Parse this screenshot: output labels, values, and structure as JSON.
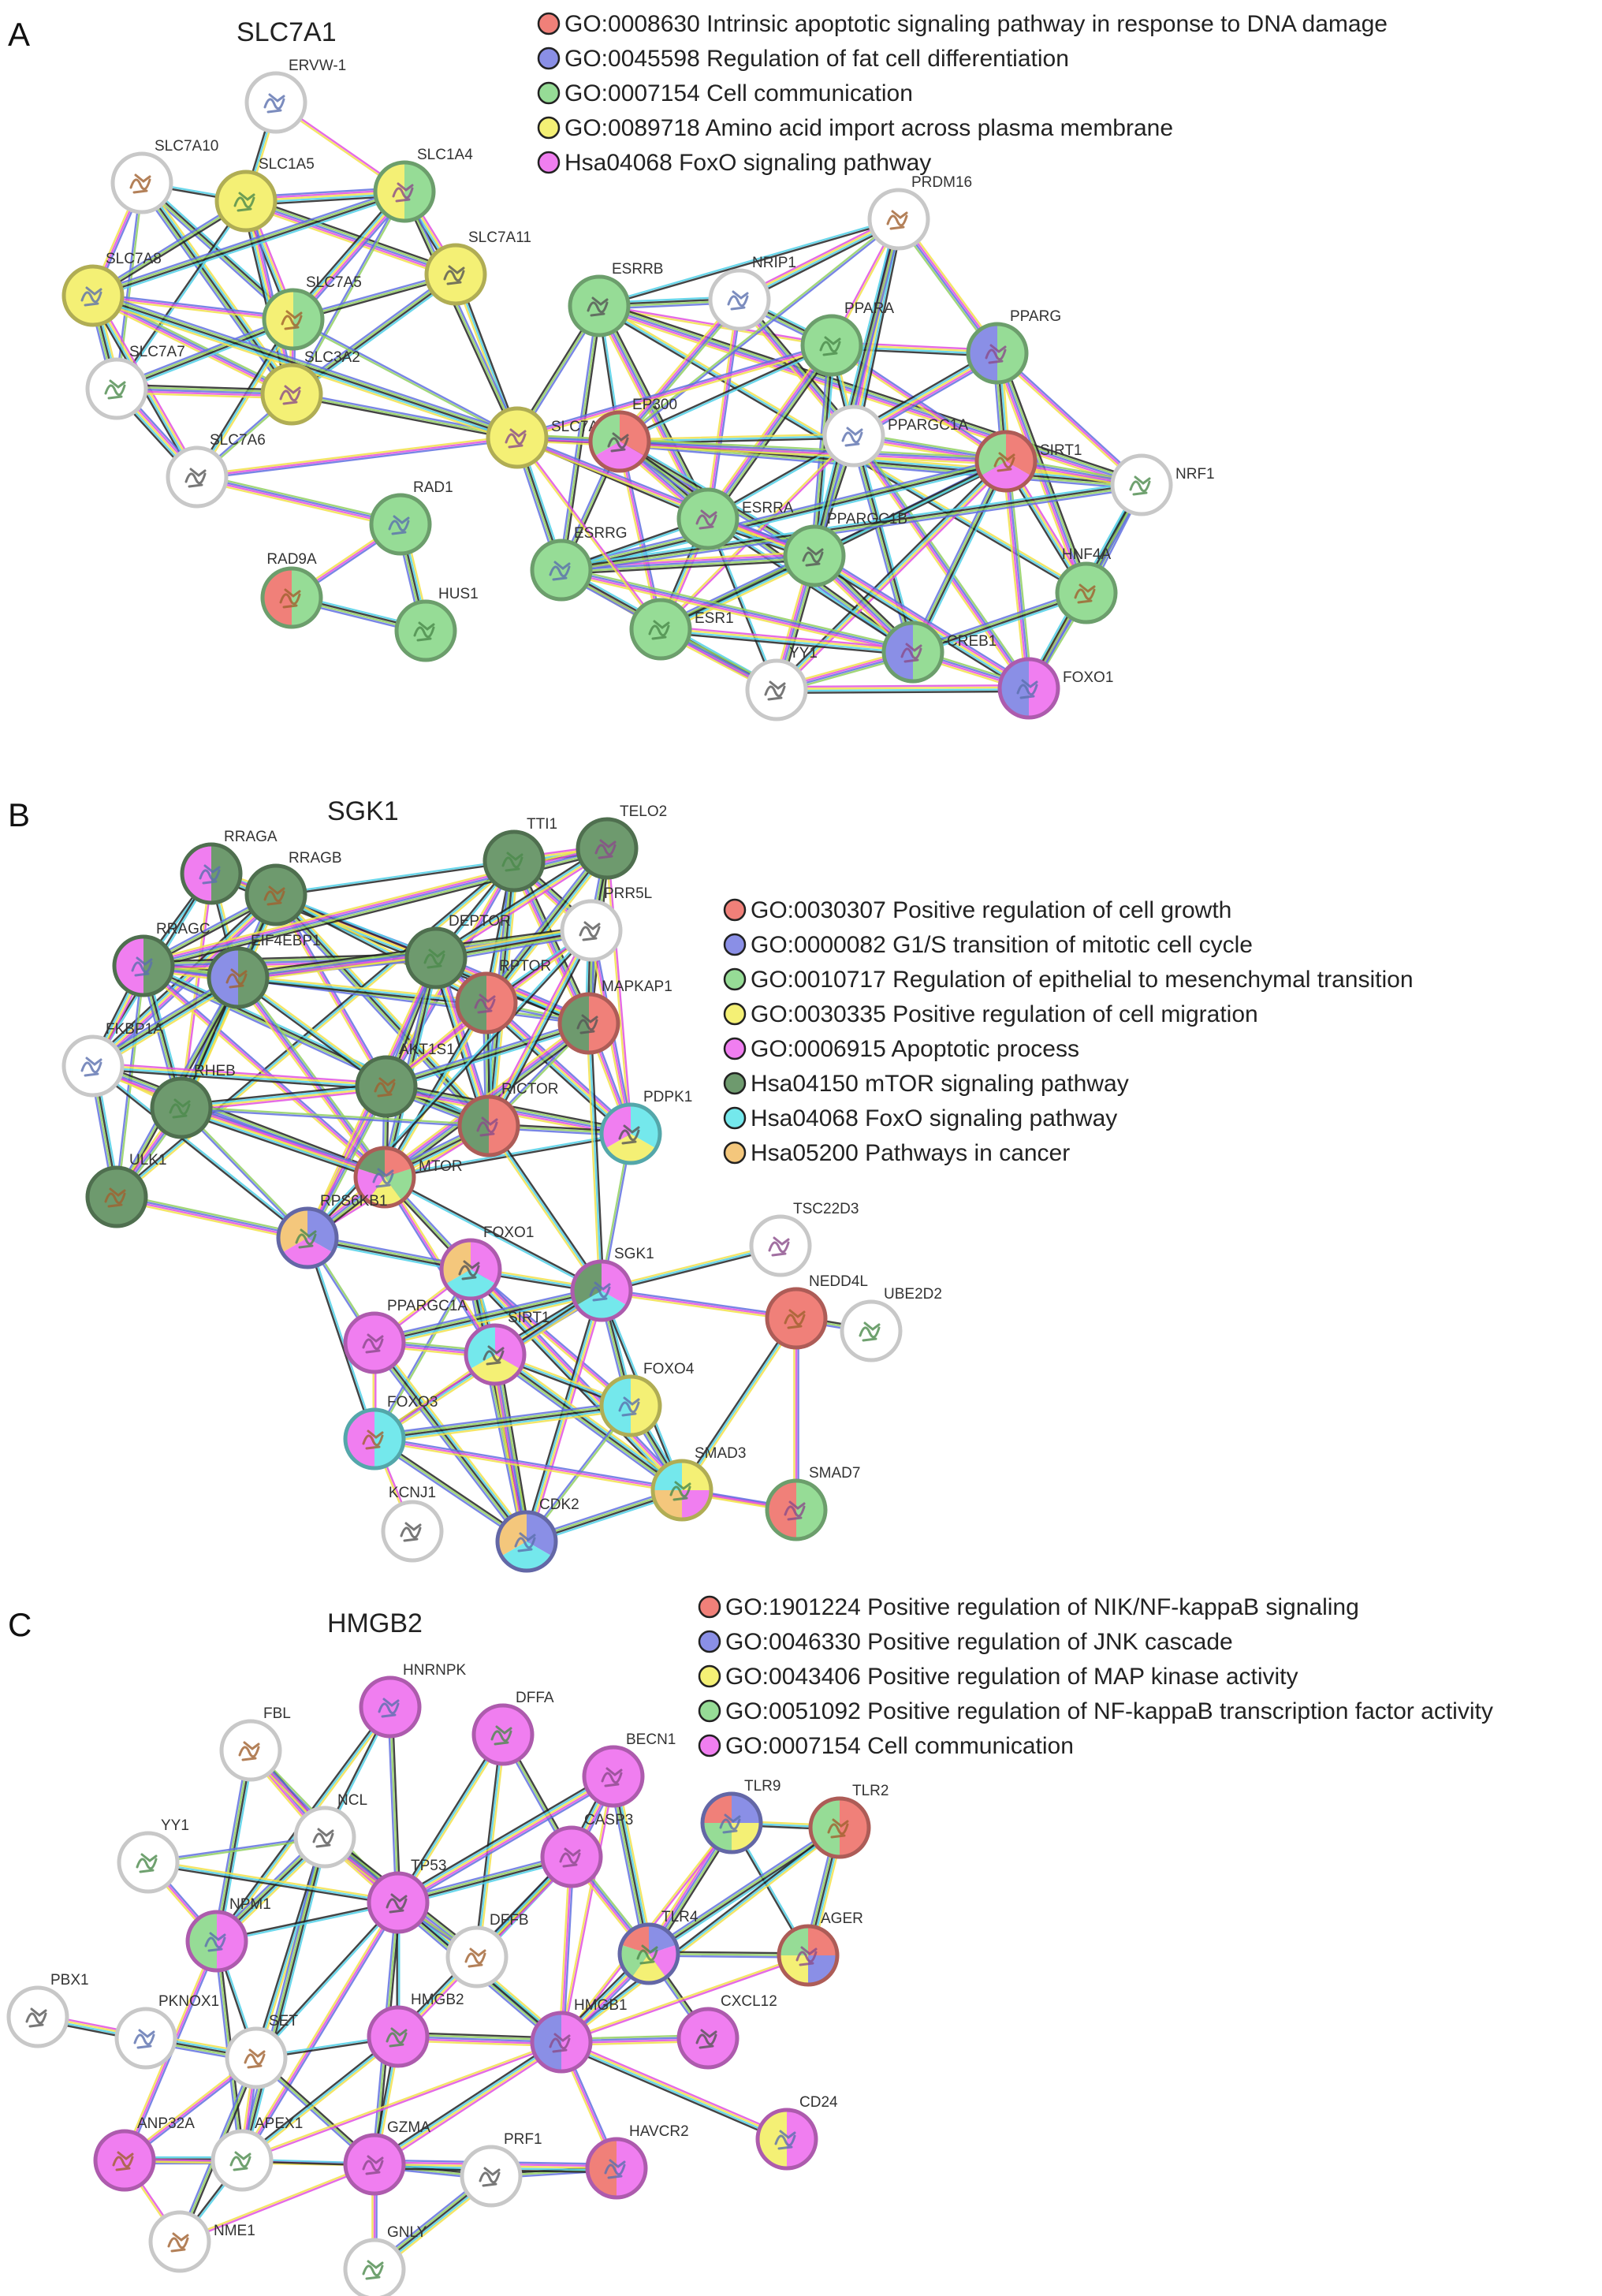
{
  "colors": {
    "red": "#f08079",
    "blue": "#8a8fe6",
    "green": "#96dc96",
    "yellow": "#f4f075",
    "magenta": "#f07ef0",
    "darkgreen": "#6e9a6e",
    "cyan": "#74e8ec",
    "orange": "#f4c77c",
    "white": "#ffffff",
    "edge_colors": [
      "#e050e0",
      "#f2e04a",
      "#50d0e8",
      "#222222",
      "#90d060",
      "#6070e0"
    ]
  },
  "panels": [
    {
      "letter": "A",
      "title": "SLC7A1",
      "legend": [
        {
          "color": "red",
          "text": "GO:0008630 Intrinsic apoptotic signaling pathway in response to DNA damage"
        },
        {
          "color": "blue",
          "text": "GO:0045598 Regulation of fat cell differentiation"
        },
        {
          "color": "green",
          "text": "GO:0007154 Cell communication"
        },
        {
          "color": "yellow",
          "text": "GO:0089718 Amino acid import across plasma membrane"
        },
        {
          "color": "magenta",
          "text": "Hsa04068 FoxO signaling pathway"
        }
      ],
      "nodes": [
        {
          "id": "ERVW-1",
          "label": "ERVW-1",
          "colors": [
            "white"
          ]
        },
        {
          "id": "SLC7A10",
          "label": "SLC7A10",
          "colors": [
            "white"
          ]
        },
        {
          "id": "SLC1A5",
          "label": "SLC1A5",
          "colors": [
            "yellow"
          ]
        },
        {
          "id": "SLC1A4",
          "label": "SLC1A4",
          "colors": [
            "green",
            "yellow"
          ]
        },
        {
          "id": "SLC7A11",
          "label": "SLC7A11",
          "colors": [
            "yellow"
          ]
        },
        {
          "id": "SLC7A8",
          "label": "SLC7A8",
          "colors": [
            "yellow"
          ]
        },
        {
          "id": "SLC7A5",
          "label": "SLC7A5",
          "colors": [
            "green",
            "yellow"
          ]
        },
        {
          "id": "SLC7A7",
          "label": "SLC7A7",
          "colors": [
            "white"
          ]
        },
        {
          "id": "SLC3A2",
          "label": "SLC3A2",
          "colors": [
            "yellow"
          ]
        },
        {
          "id": "SLC7A6",
          "label": "SLC7A6",
          "colors": [
            "white"
          ]
        },
        {
          "id": "RAD1",
          "label": "RAD1",
          "colors": [
            "green"
          ]
        },
        {
          "id": "RAD9A",
          "label": "RAD9A",
          "colors": [
            "green",
            "red"
          ]
        },
        {
          "id": "HUS1",
          "label": "HUS1",
          "colors": [
            "green"
          ]
        },
        {
          "id": "SLC7A1",
          "label": "SLC7A1",
          "colors": [
            "yellow"
          ]
        },
        {
          "id": "ESRRB",
          "label": "ESRRB",
          "colors": [
            "green"
          ]
        },
        {
          "id": "NRIP1",
          "label": "NRIP1",
          "colors": [
            "white"
          ]
        },
        {
          "id": "PRDM16",
          "label": "PRDM16",
          "colors": [
            "white"
          ]
        },
        {
          "id": "PPARA",
          "label": "PPARA",
          "colors": [
            "green"
          ]
        },
        {
          "id": "PPARG",
          "label": "PPARG",
          "colors": [
            "green",
            "blue"
          ]
        },
        {
          "id": "EP300",
          "label": "EP300",
          "colors": [
            "red",
            "magenta",
            "green"
          ]
        },
        {
          "id": "PPARGC1A",
          "label": "PPARGC1A",
          "colors": [
            "white"
          ]
        },
        {
          "id": "SIRT1",
          "label": "SIRT1",
          "colors": [
            "red",
            "magenta",
            "green"
          ]
        },
        {
          "id": "NRF1",
          "label": "NRF1",
          "colors": [
            "white"
          ]
        },
        {
          "id": "ESRRA",
          "label": "ESRRA",
          "colors": [
            "green"
          ]
        },
        {
          "id": "PPARGC1B",
          "label": "PPARGC1B",
          "colors": [
            "green"
          ]
        },
        {
          "id": "ESRRG",
          "label": "ESRRG",
          "colors": [
            "green"
          ]
        },
        {
          "id": "HNF4A",
          "label": "HNF4A",
          "colors": [
            "green"
          ]
        },
        {
          "id": "ESR1",
          "label": "ESR1",
          "colors": [
            "green"
          ]
        },
        {
          "id": "CREB1",
          "label": "CREB1",
          "colors": [
            "green",
            "blue"
          ]
        },
        {
          "id": "YY1",
          "label": "YY1",
          "colors": [
            "white"
          ]
        },
        {
          "id": "FOXO1",
          "label": "FOXO1",
          "colors": [
            "magenta",
            "blue"
          ]
        }
      ]
    },
    {
      "letter": "B",
      "title": "SGK1",
      "legend": [
        {
          "color": "red",
          "text": "GO:0030307 Positive regulation of cell growth"
        },
        {
          "color": "blue",
          "text": "GO:0000082 G1/S transition of mitotic cell cycle"
        },
        {
          "color": "green",
          "text": "GO:0010717 Regulation of epithelial to mesenchymal transition"
        },
        {
          "color": "yellow",
          "text": "GO:0030335 Positive regulation of cell migration"
        },
        {
          "color": "magenta",
          "text": "GO:0006915 Apoptotic process"
        },
        {
          "color": "darkgreen",
          "text": "Hsa04150 mTOR signaling pathway"
        },
        {
          "color": "cyan",
          "text": "Hsa04068 FoxO signaling pathway"
        },
        {
          "color": "orange",
          "text": "Hsa05200 Pathways in cancer"
        }
      ],
      "nodes": [
        {
          "id": "RRAGA",
          "label": "RRAGA",
          "colors": [
            "darkgreen",
            "magenta"
          ]
        },
        {
          "id": "RRAGB",
          "label": "RRAGB",
          "colors": [
            "darkgreen"
          ]
        },
        {
          "id": "TTI1",
          "label": "TTI1",
          "colors": [
            "darkgreen"
          ]
        },
        {
          "id": "TELO2",
          "label": "TELO2",
          "colors": [
            "darkgreen"
          ]
        },
        {
          "id": "PRR5L",
          "label": "PRR5L",
          "colors": [
            "white"
          ]
        },
        {
          "id": "RRAGC",
          "label": "RRAGC",
          "colors": [
            "darkgreen",
            "magenta"
          ]
        },
        {
          "id": "EIF4EBP1",
          "label": "EIF4EBP1",
          "colors": [
            "darkgreen",
            "blue"
          ]
        },
        {
          "id": "DEPTOR",
          "label": "DEPTOR",
          "colors": [
            "darkgreen"
          ]
        },
        {
          "id": "RPTOR",
          "label": "RPTOR",
          "colors": [
            "red",
            "darkgreen"
          ]
        },
        {
          "id": "MAPKAP1",
          "label": "MAPKAP1",
          "colors": [
            "red",
            "darkgreen"
          ]
        },
        {
          "id": "FKBP1A",
          "label": "FKBP1A",
          "colors": [
            "white"
          ]
        },
        {
          "id": "AKT1S1",
          "label": "AKT1S1",
          "colors": [
            "darkgreen"
          ]
        },
        {
          "id": "RHEB",
          "label": "RHEB",
          "colors": [
            "darkgreen"
          ]
        },
        {
          "id": "RICTOR",
          "label": "RICTOR",
          "colors": [
            "red",
            "darkgreen"
          ]
        },
        {
          "id": "PDPK1",
          "label": "PDPK1",
          "colors": [
            "cyan",
            "yellow",
            "magenta"
          ]
        },
        {
          "id": "MTOR",
          "label": "MTOR",
          "colors": [
            "red",
            "green",
            "yellow",
            "magenta",
            "darkgreen"
          ]
        },
        {
          "id": "ULK1",
          "label": "ULK1",
          "colors": [
            "darkgreen"
          ]
        },
        {
          "id": "RPS6KB1",
          "label": "RPS6KB1",
          "colors": [
            "blue",
            "magenta",
            "orange"
          ]
        },
        {
          "id": "TSC22D3",
          "label": "TSC22D3",
          "colors": [
            "white"
          ]
        },
        {
          "id": "FOXO1",
          "label": "FOXO1",
          "colors": [
            "magenta",
            "cyan",
            "orange"
          ]
        },
        {
          "id": "SGK1",
          "label": "SGK1",
          "colors": [
            "magenta",
            "cyan",
            "darkgreen"
          ]
        },
        {
          "id": "NEDD4L",
          "label": "NEDD4L",
          "colors": [
            "red"
          ]
        },
        {
          "id": "UBE2D2",
          "label": "UBE2D2",
          "colors": [
            "white"
          ]
        },
        {
          "id": "PPARGC1A",
          "label": "PPARGC1A",
          "colors": [
            "magenta"
          ]
        },
        {
          "id": "SIRT1",
          "label": "SIRT1",
          "colors": [
            "magenta",
            "yellow",
            "cyan"
          ]
        },
        {
          "id": "FOXO4",
          "label": "FOXO4",
          "colors": [
            "yellow",
            "cyan"
          ]
        },
        {
          "id": "FOXO3",
          "label": "FOXO3",
          "colors": [
            "cyan",
            "magenta"
          ]
        },
        {
          "id": "SMAD3",
          "label": "SMAD3",
          "colors": [
            "yellow",
            "magenta",
            "orange",
            "cyan"
          ]
        },
        {
          "id": "SMAD7",
          "label": "SMAD7",
          "colors": [
            "green",
            "red"
          ]
        },
        {
          "id": "KCNJ1",
          "label": "KCNJ1",
          "colors": [
            "white"
          ]
        },
        {
          "id": "CDK2",
          "label": "CDK2",
          "colors": [
            "blue",
            "cyan",
            "orange"
          ]
        }
      ]
    },
    {
      "letter": "C",
      "title": "HMGB2",
      "legend": [
        {
          "color": "red",
          "text": "GO:1901224 Positive regulation of NIK/NF-kappaB signaling"
        },
        {
          "color": "blue",
          "text": "GO:0046330 Positive regulation of JNK cascade"
        },
        {
          "color": "yellow",
          "text": "GO:0043406 Positive regulation of MAP kinase activity"
        },
        {
          "color": "green",
          "text": "GO:0051092 Positive regulation of NF-kappaB transcription factor activity"
        },
        {
          "color": "magenta",
          "text": "GO:0007154 Cell communication"
        }
      ],
      "nodes": [
        {
          "id": "HNRNPK",
          "label": "HNRNPK",
          "colors": [
            "magenta"
          ]
        },
        {
          "id": "FBL",
          "label": "FBL",
          "colors": [
            "white"
          ]
        },
        {
          "id": "DFFA",
          "label": "DFFA",
          "colors": [
            "magenta"
          ]
        },
        {
          "id": "BECN1",
          "label": "BECN1",
          "colors": [
            "magenta"
          ]
        },
        {
          "id": "NCL",
          "label": "NCL",
          "colors": [
            "white"
          ]
        },
        {
          "id": "TLR9",
          "label": "TLR9",
          "colors": [
            "blue",
            "yellow",
            "green",
            "red"
          ]
        },
        {
          "id": "TLR2",
          "label": "TLR2",
          "colors": [
            "red",
            "green"
          ]
        },
        {
          "id": "YY1",
          "label": "YY1",
          "colors": [
            "white"
          ]
        },
        {
          "id": "CASP3",
          "label": "CASP3",
          "colors": [
            "magenta"
          ]
        },
        {
          "id": "TP53",
          "label": "TP53",
          "colors": [
            "magenta"
          ]
        },
        {
          "id": "NPM1",
          "label": "NPM1",
          "colors": [
            "magenta",
            "green"
          ]
        },
        {
          "id": "DFFB",
          "label": "DFFB",
          "colors": [
            "white"
          ]
        },
        {
          "id": "TLR4",
          "label": "TLR4",
          "colors": [
            "blue",
            "magenta",
            "yellow",
            "green",
            "red"
          ]
        },
        {
          "id": "AGER",
          "label": "AGER",
          "colors": [
            "red",
            "blue",
            "yellow",
            "green"
          ]
        },
        {
          "id": "PBX1",
          "label": "PBX1",
          "colors": [
            "white"
          ]
        },
        {
          "id": "PKNOX1",
          "label": "PKNOX1",
          "colors": [
            "white"
          ]
        },
        {
          "id": "SET",
          "label": "SET",
          "colors": [
            "white"
          ]
        },
        {
          "id": "HMGB2",
          "label": "HMGB2",
          "colors": [
            "magenta"
          ]
        },
        {
          "id": "HMGB1",
          "label": "HMGB1",
          "colors": [
            "magenta",
            "blue"
          ]
        },
        {
          "id": "CXCL12",
          "label": "CXCL12",
          "colors": [
            "magenta"
          ]
        },
        {
          "id": "CD24",
          "label": "CD24",
          "colors": [
            "magenta",
            "yellow"
          ]
        },
        {
          "id": "ANP32A",
          "label": "ANP32A",
          "colors": [
            "magenta"
          ]
        },
        {
          "id": "APEX1",
          "label": "APEX1",
          "colors": [
            "white"
          ]
        },
        {
          "id": "GZMA",
          "label": "GZMA",
          "colors": [
            "magenta"
          ]
        },
        {
          "id": "PRF1",
          "label": "PRF1",
          "colors": [
            "white"
          ]
        },
        {
          "id": "HAVCR2",
          "label": "HAVCR2",
          "colors": [
            "magenta",
            "red"
          ]
        },
        {
          "id": "NME1",
          "label": "NME1",
          "colors": [
            "white"
          ]
        },
        {
          "id": "GNLY",
          "label": "GNLY",
          "colors": [
            "white"
          ]
        }
      ]
    }
  ]
}
